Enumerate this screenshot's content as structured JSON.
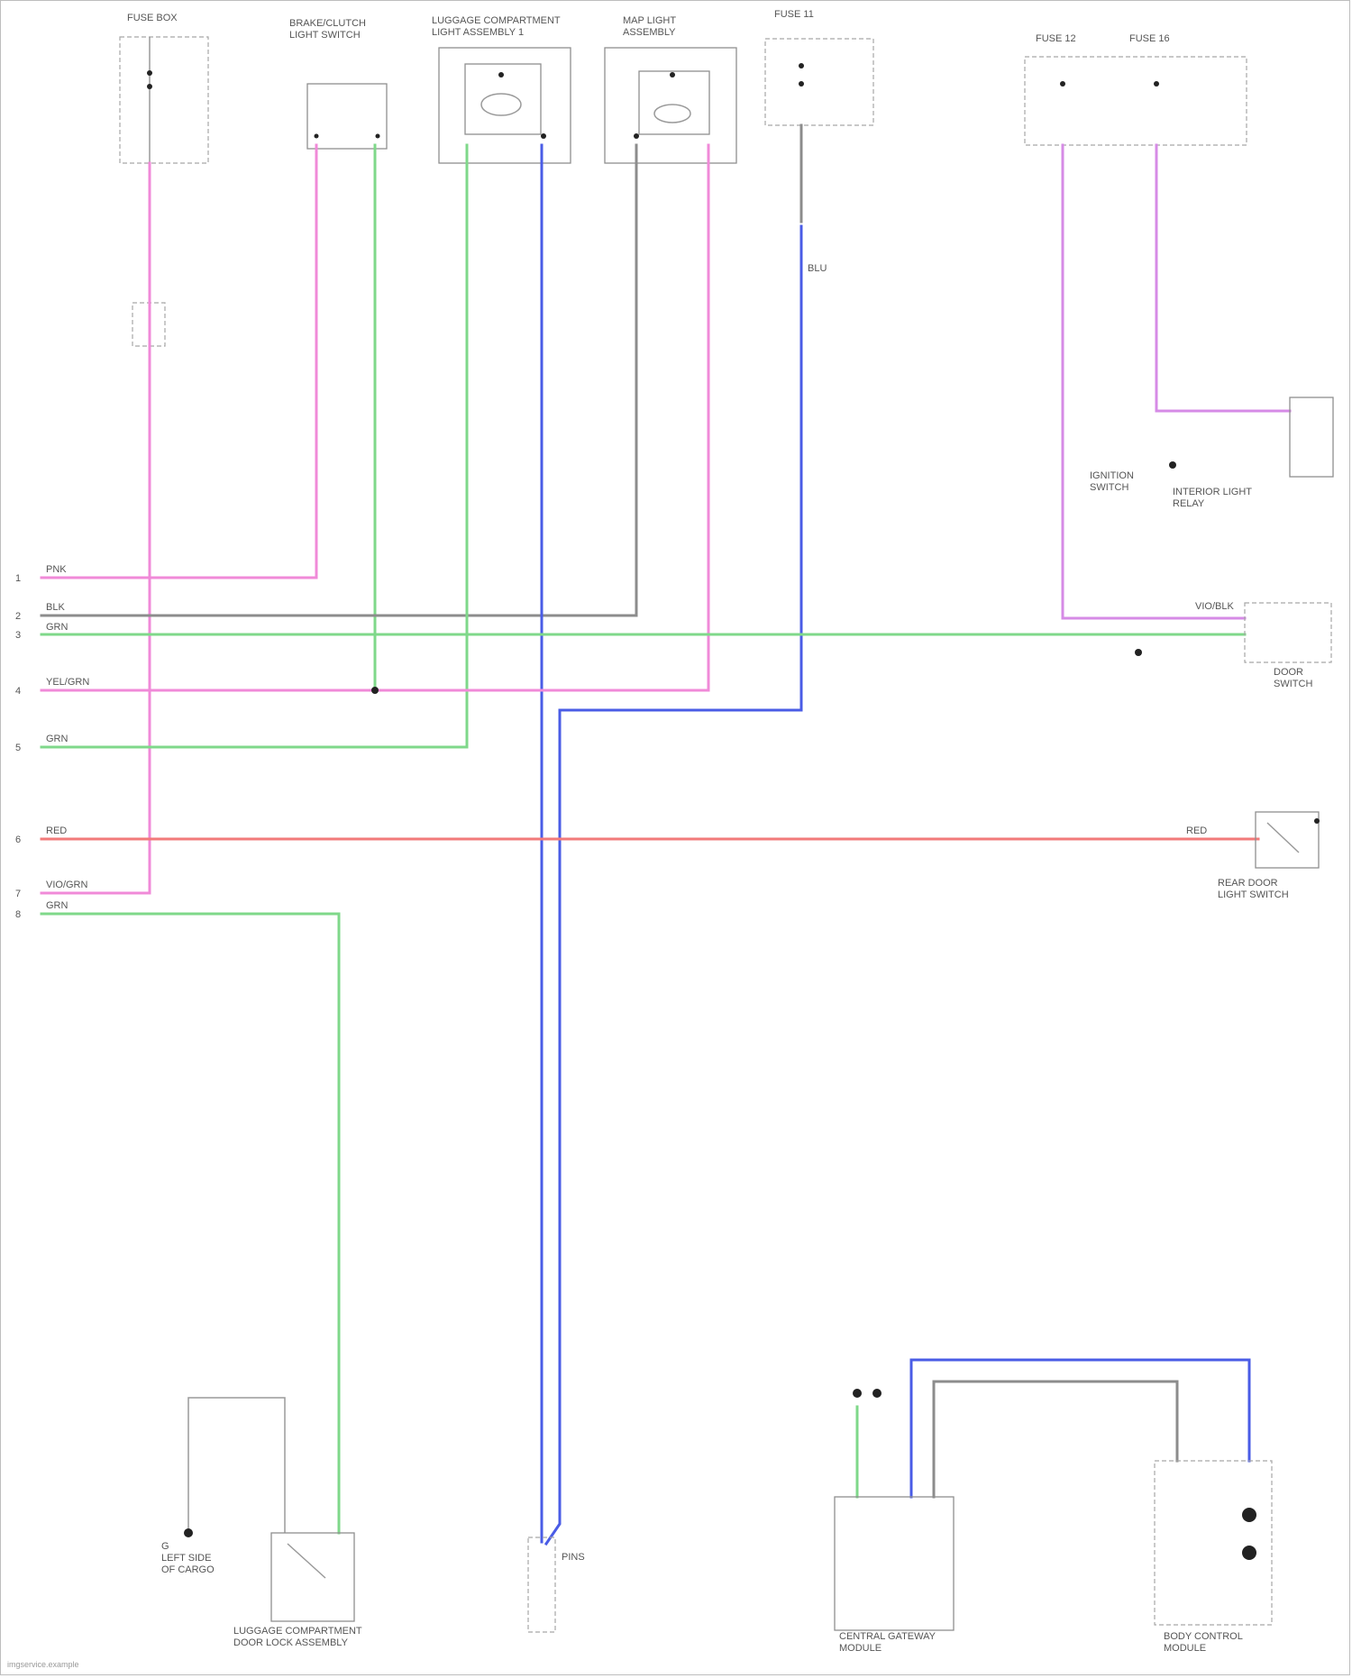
{
  "colors": {
    "pink": "#f08ad8",
    "violet": "#d68be6",
    "gray": "#8c8c8c",
    "green": "#7fd88a",
    "blue": "#4a5ce6",
    "red": "#f27a7a"
  },
  "wire_labels": {
    "pink": "PNK",
    "blk": "BLK",
    "grn": "GRN",
    "yel_grn": "YEL/GRN",
    "red": "RED",
    "vio_grn": "VIO/GRN",
    "vio_blk": "VIO/BLK",
    "blu": "BLU"
  },
  "row_numbers": [
    "1",
    "2",
    "3",
    "4",
    "5",
    "6",
    "7",
    "8"
  ],
  "components": {
    "fuse_left": "FUSE BOX",
    "center_panel": "BRAKE/CLUTCH\nLIGHT SWITCH",
    "cargo_light_1": "LUGGAGE COMPARTMENT\nLIGHT ASSEMBLY 1",
    "map_light": "MAP LIGHT\nASSEMBLY",
    "fuse_mid": "FUSE 11",
    "fuse_right_a": "FUSE 12",
    "fuse_right_b": "FUSE 16",
    "interior_relay": "INTERIOR LIGHT\nRELAY",
    "ignition_switch": "IGNITION\nSWITCH",
    "door_switch": "DOOR\nSWITCH",
    "rear_door_switch": "REAR DOOR\nLIGHT SWITCH",
    "trunk_lock": "LUGGAGE COMPARTMENT\nDOOR LOCK ASSEMBLY",
    "bottom_ground": "G\nLEFT SIDE\nOF CARGO",
    "central_gateway": "CENTRAL GATEWAY\nMODULE",
    "power_module": "BODY CONTROL\nMODULE"
  },
  "notes": {
    "center_pins": "PINS",
    "footer": "imgservice.example"
  }
}
